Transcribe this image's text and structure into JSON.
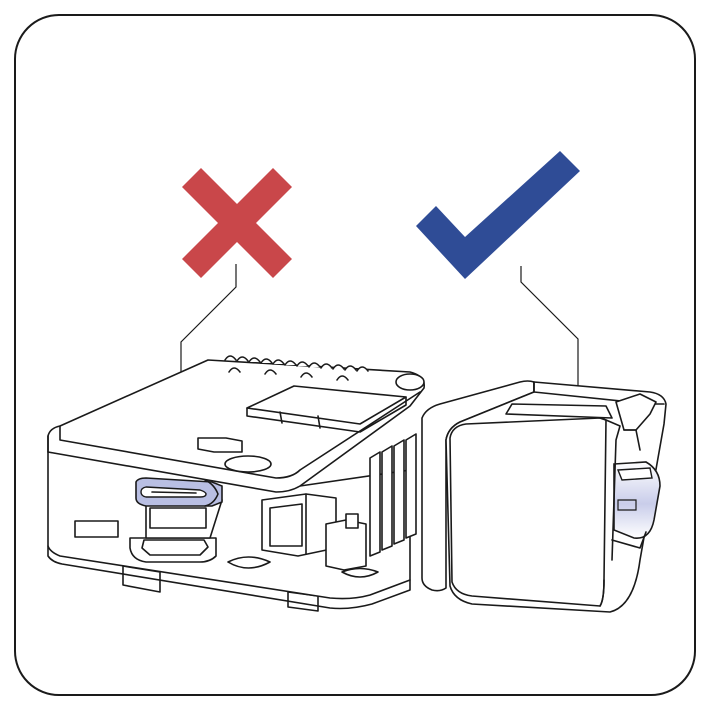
{
  "figure": {
    "frame": "rounded-square-border",
    "wrong_icon": {
      "name": "cross-icon",
      "color": "#c9474a",
      "meaning": "incorrect"
    },
    "right_icon": {
      "name": "check-icon",
      "color": "#2f4c96",
      "meaning": "correct"
    },
    "highlight_color": "#b9bfe3",
    "wrong_target": "usb-c-port-on-board",
    "right_target": "usb-port-on-enclosure-side"
  }
}
